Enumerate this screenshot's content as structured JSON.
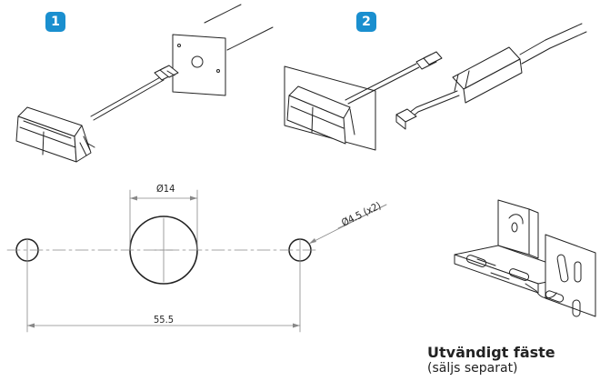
{
  "steps": [
    {
      "number": "1"
    },
    {
      "number": "2"
    }
  ],
  "dimensions": {
    "center_hole": "Ø14",
    "side_holes": "Ø4.5 (x2)",
    "spacing": "55.5"
  },
  "bracket": {
    "title": "Utvändigt fäste",
    "subtitle": "(säljs separat)"
  },
  "colors": {
    "badge": "#1a8fcf",
    "line": "#222222",
    "dim_line": "#888888"
  }
}
